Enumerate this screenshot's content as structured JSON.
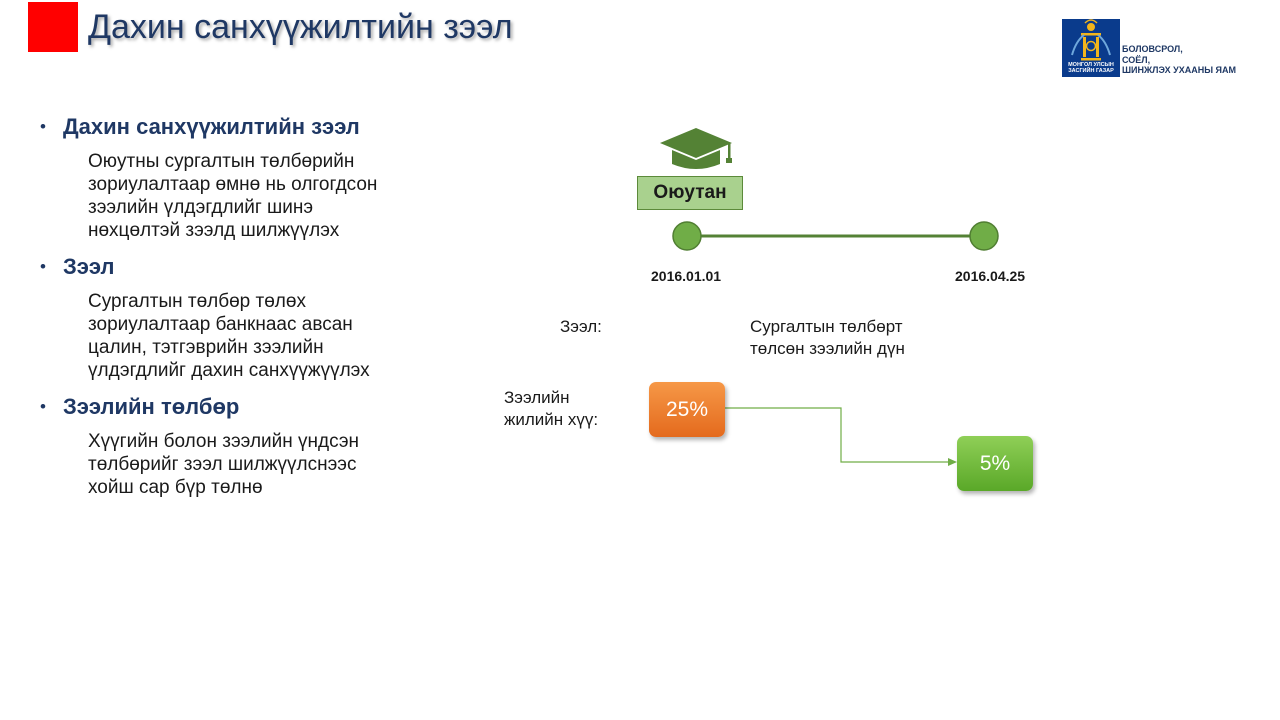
{
  "slide": {
    "title": "Дахин санхүүжилтийн зээл"
  },
  "logo": {
    "emblem_caption": "МОНГОЛ УЛСЫН ЗАСГИЙН ГАЗАР",
    "org_lines": [
      "БОЛОВСРОЛ,",
      "СОЁЛ,",
      "ШИНЖЛЭХ УХААНЫ ЯАМ"
    ]
  },
  "bullets": [
    {
      "title": "Дахин санхүүжилтийн зээл",
      "body": "Оюутны сургалтын төлбөрийн зориулалтаар өмнө нь олгогдсон зээлийн үлдэгдлийг шинэ нөхцөлтэй зээлд шилжүүлэх"
    },
    {
      "title": "Зээл",
      "body": "Сургалтын төлбөр төлөх зориулалтаар банкнаас авсан цалин, тэтгэврийн зээлийн үлдэгдлийг дахин санхүүжүүлэх"
    },
    {
      "title": "Зээлийн төлбөр",
      "body": "Хүүгийн болон зээлийн үндсэн төлбөрийг зээл шилжүүлснээс хойш сар бүр төлнө"
    }
  ],
  "diagram": {
    "student_label": "Оюутан",
    "date_start": "2016.01.01",
    "date_end": "2016.04.25",
    "loan_label": "Зээл:",
    "loan_value": "Сургалтын төлбөрт төлсөн зээлийн дүн",
    "rate_label": "Зээлийн жилийн хүү:",
    "rate_before": "25%",
    "rate_after": "5%",
    "colors": {
      "timeline": "#548235",
      "node_fill": "#70ad47",
      "rate_before": "#ed7d31",
      "rate_after": "#70ad47"
    },
    "icons": [
      "graduation-cap-icon"
    ]
  }
}
